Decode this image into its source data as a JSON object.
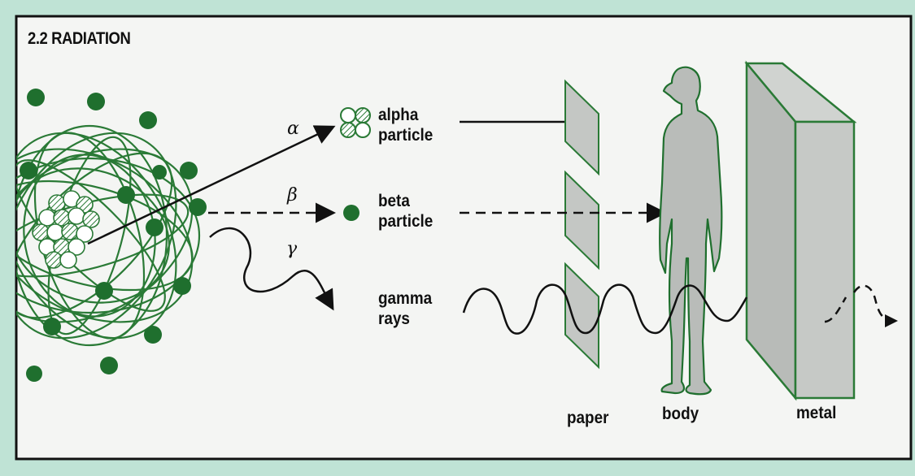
{
  "title": "2.2 RADIATION",
  "colors": {
    "background": "#bfe3d5",
    "panel": "#f4f5f3",
    "green": "#1f6f2e",
    "gray": "#b8bbb8"
  },
  "symbols": {
    "alpha": "α",
    "beta": "β",
    "gamma": "γ"
  },
  "labels": {
    "alpha": [
      "alpha",
      "particle"
    ],
    "beta": [
      "beta",
      "particle"
    ],
    "gamma": [
      "gamma",
      "rays"
    ],
    "paper": "paper",
    "body": "body",
    "metal": "metal"
  },
  "icons": [
    "atom-nucleus-icon",
    "alpha-particle-icon",
    "beta-particle-icon",
    "human-body-icon",
    "metal-block-icon",
    "paper-sheet-icon"
  ]
}
